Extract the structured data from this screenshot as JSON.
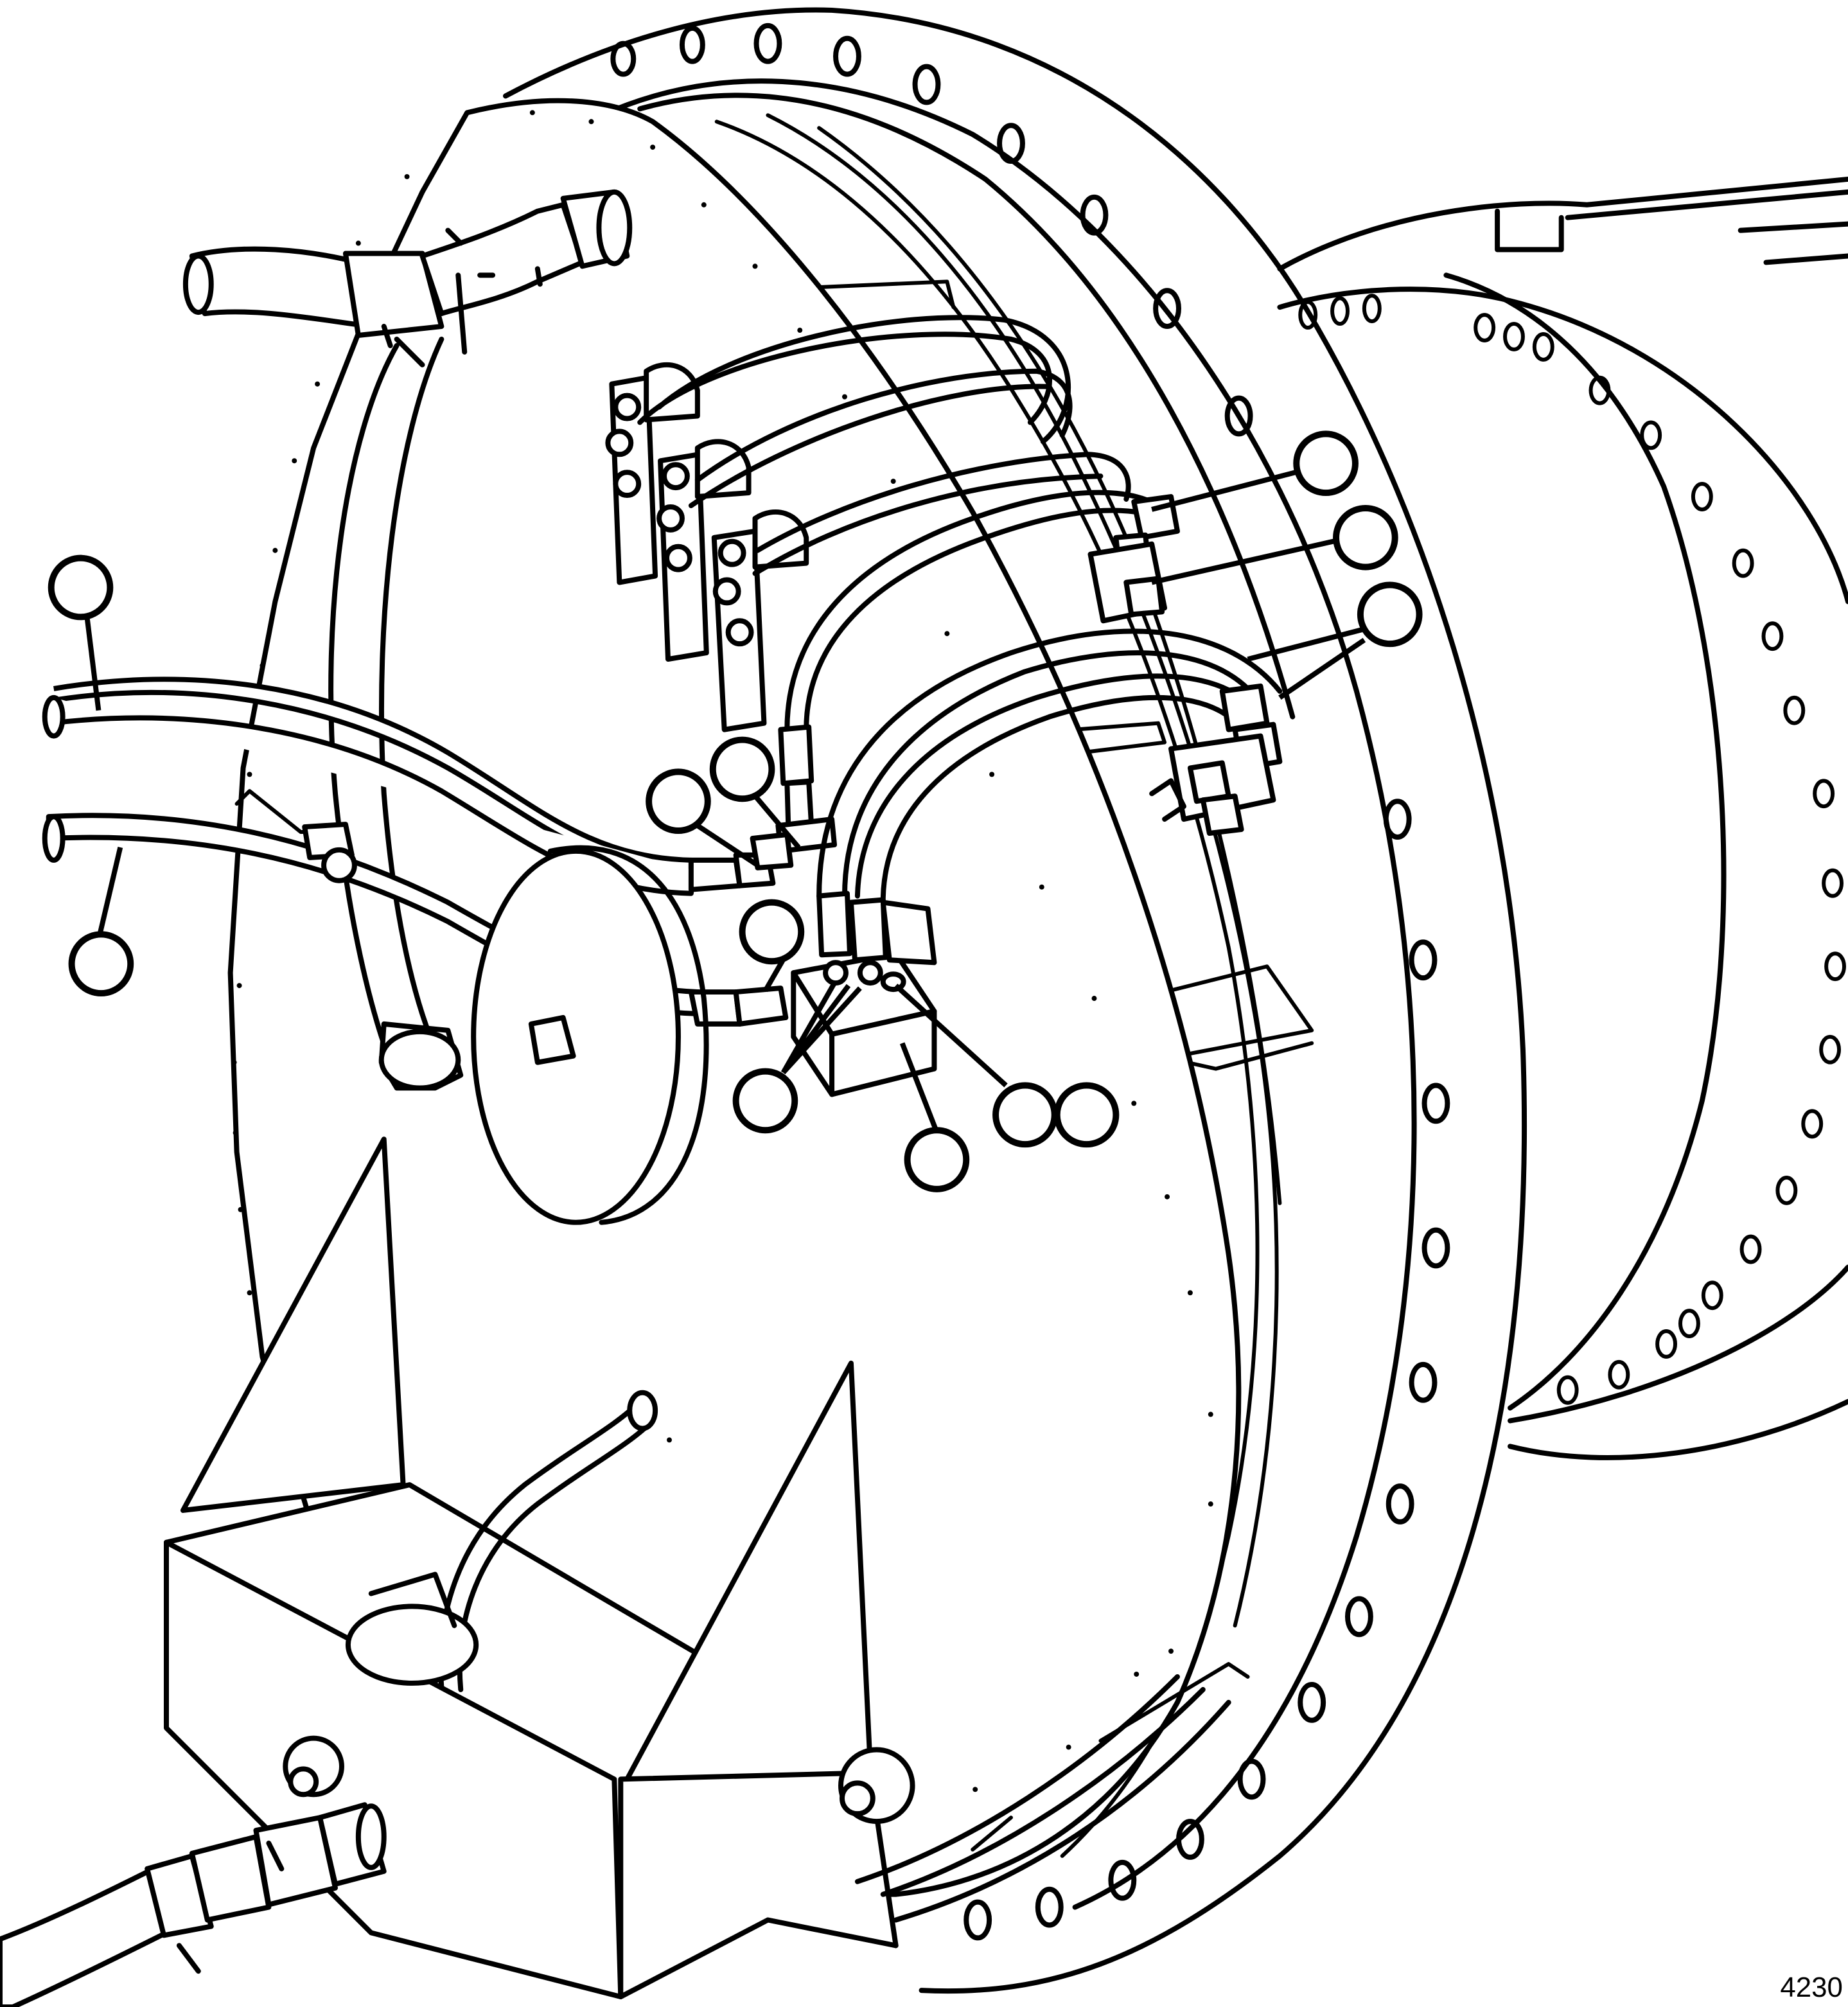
{
  "figure": {
    "id_label": "4230"
  },
  "callouts": [
    {
      "id": "callout-1",
      "target": "hose-upper-left"
    },
    {
      "id": "callout-2",
      "target": "hose-lower-left"
    },
    {
      "id": "callout-3",
      "target": "fitting-upper-left"
    },
    {
      "id": "callout-4",
      "target": "fitting-upper"
    },
    {
      "id": "callout-5",
      "target": "fitting-lower-left"
    },
    {
      "id": "callout-6",
      "target": "block-fittings"
    },
    {
      "id": "callout-7",
      "target": "valve-block"
    },
    {
      "id": "callout-8",
      "target": "mounting-bolt"
    },
    {
      "id": "callout-9",
      "target": "block-washer"
    },
    {
      "id": "callout-10",
      "target": "upper-right-fitting"
    },
    {
      "id": "callout-11",
      "target": "right-tee-fitting"
    },
    {
      "id": "callout-12",
      "target": "right-hose-pair"
    }
  ]
}
